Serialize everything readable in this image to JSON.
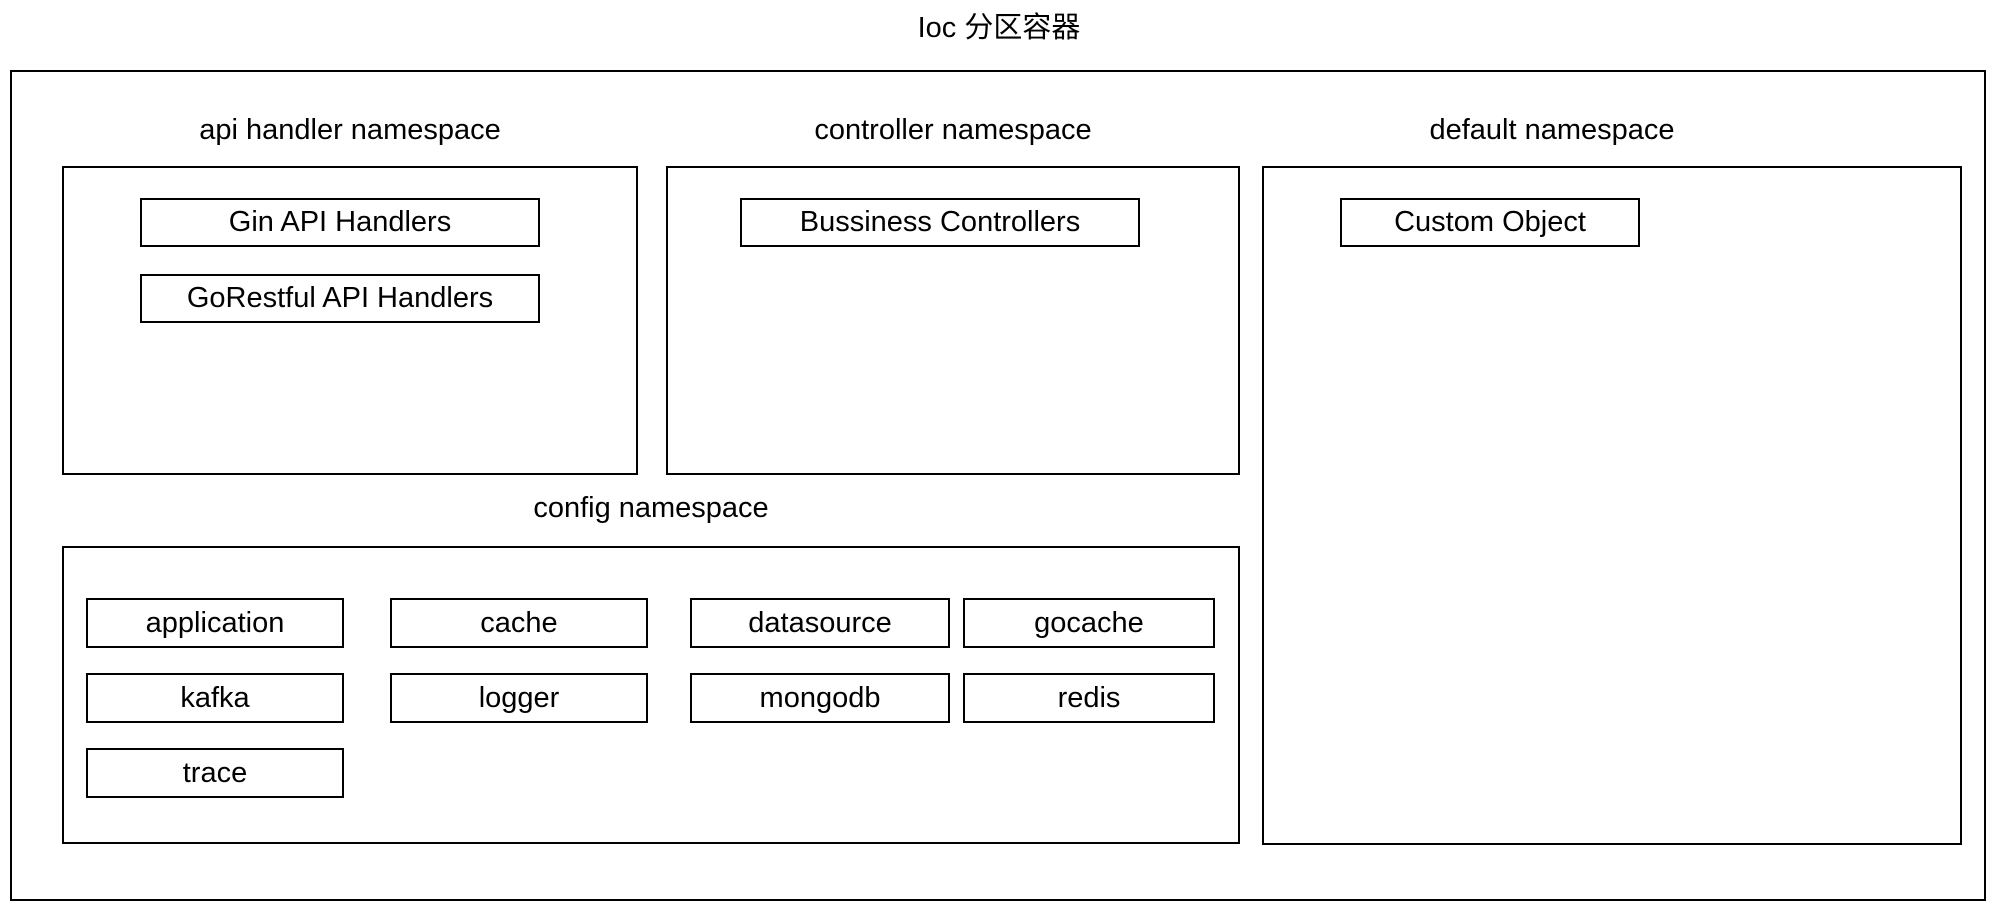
{
  "title": "Ioc 分区容器",
  "namespaces": {
    "api_handler": {
      "label": "api handler namespace",
      "items": [
        "Gin API Handlers",
        "GoRestful API Handlers"
      ]
    },
    "controller": {
      "label": "controller namespace",
      "items": [
        "Bussiness Controllers"
      ]
    },
    "default": {
      "label": "default namespace",
      "items": [
        "Custom Object"
      ]
    },
    "config": {
      "label": "config namespace",
      "items": [
        "application",
        "cache",
        "datasource",
        "gocache",
        "kafka",
        "logger",
        "mongodb",
        "redis",
        "trace"
      ]
    }
  },
  "colors": {
    "stroke": "#000000",
    "background": "#ffffff",
    "text": "#000000"
  }
}
